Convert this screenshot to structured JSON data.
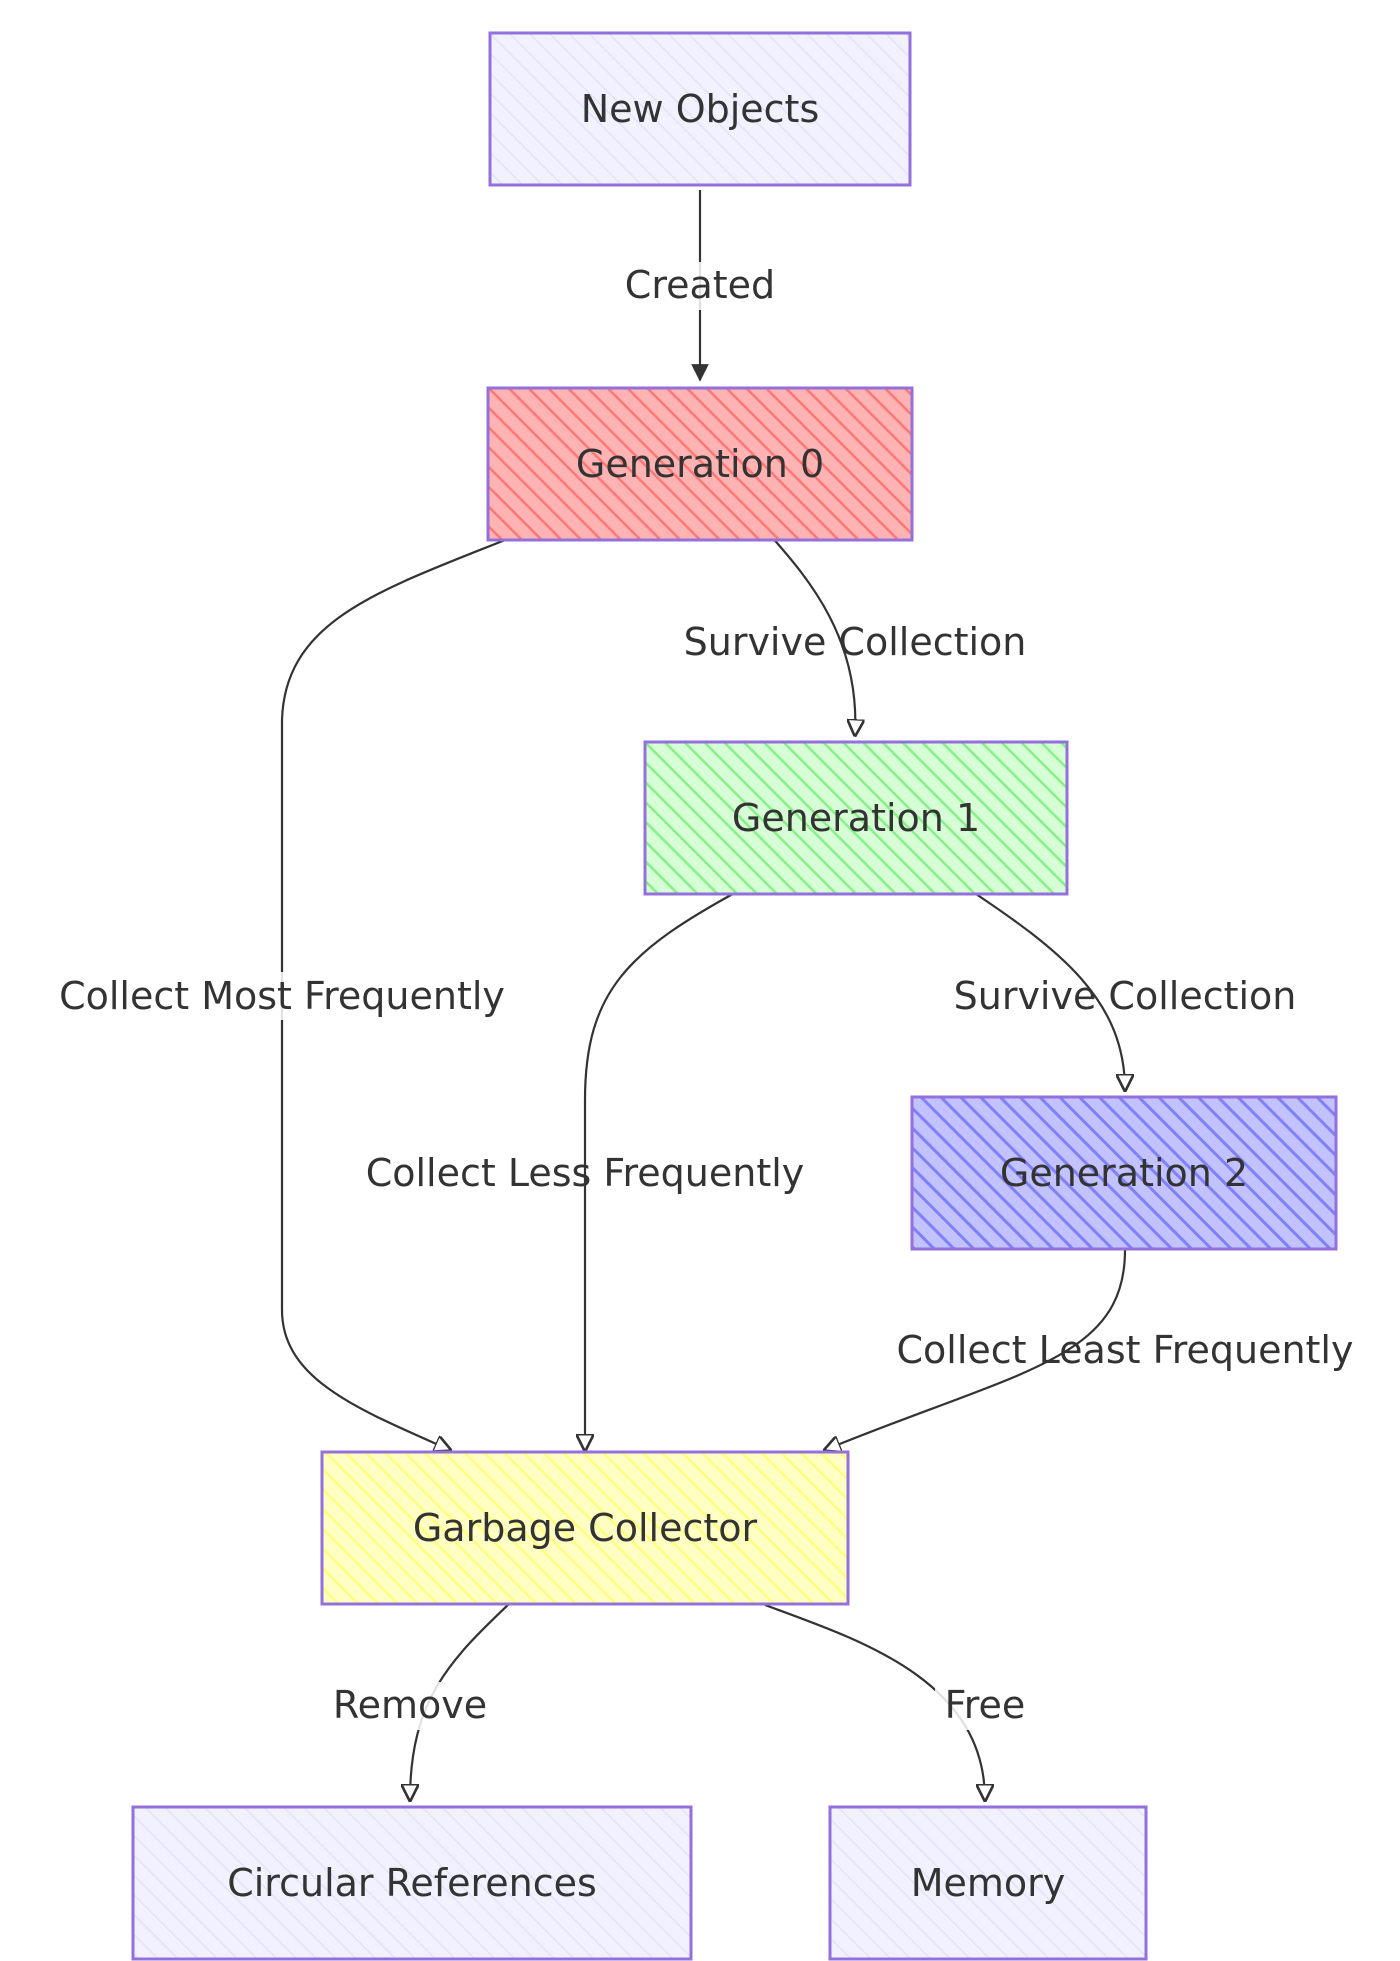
{
  "nodes": {
    "new_objects": {
      "label": "New Objects",
      "fill": "#ECECFF"
    },
    "gen0": {
      "label": "Generation 0",
      "fill": "#FF9999"
    },
    "gen1": {
      "label": "Generation 1",
      "fill": "#99FF99"
    },
    "gen2": {
      "label": "Generation 2",
      "fill": "#9999FF"
    },
    "gc": {
      "label": "Garbage Collector",
      "fill": "#FFFF99"
    },
    "circular": {
      "label": "Circular References",
      "fill": "#ECECFF"
    },
    "memory": {
      "label": "Memory",
      "fill": "#ECECFF"
    }
  },
  "edges": {
    "created": {
      "label": "Created"
    },
    "survive_0_1": {
      "label": "Survive Collection"
    },
    "collect_most": {
      "label": "Collect Most Frequently"
    },
    "survive_1_2": {
      "label": "Survive Collection"
    },
    "collect_less": {
      "label": "Collect Less Frequently"
    },
    "collect_least": {
      "label": "Collect Least Frequently"
    },
    "remove": {
      "label": "Remove"
    },
    "free": {
      "label": "Free"
    }
  },
  "colors": {
    "border": "#9370DB",
    "edge": "#333333",
    "text": "#333333"
  }
}
